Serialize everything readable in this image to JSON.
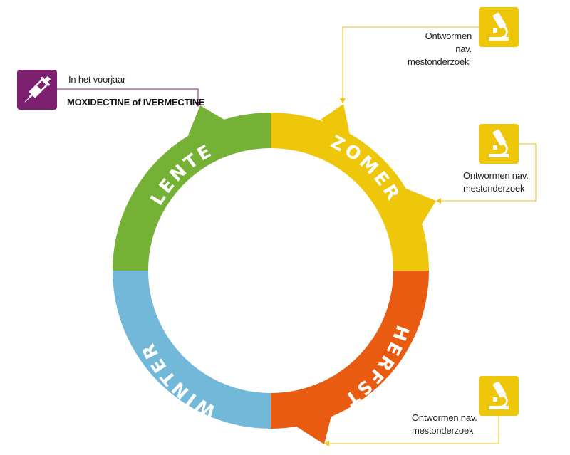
{
  "seasons": {
    "spring": {
      "label": "LENTE",
      "color": "#74b134"
    },
    "summer": {
      "label": "ZOMER",
      "color": "#eec60a"
    },
    "autumn": {
      "label": "HERFST",
      "color": "#e85b10"
    },
    "winter": {
      "label": "WINTER",
      "color": "#72b8d8"
    }
  },
  "injection": {
    "line1": "In het voorjaar",
    "line2": "MOXIDECTINE of IVERMECTINE",
    "icon": "syringe-icon",
    "color": "#7d2070"
  },
  "microscope_callouts": [
    {
      "line1": "Ontwormen nav.",
      "line2": "mestonderzoek",
      "icon": "microscope-icon"
    },
    {
      "line1": "Ontwormen nav.",
      "line2": "mestonderzoek",
      "icon": "microscope-icon"
    },
    {
      "line1": "Ontwormen nav.",
      "line2": "mestonderzoek",
      "icon": "microscope-icon"
    }
  ],
  "microscope_color": "#eec60a"
}
